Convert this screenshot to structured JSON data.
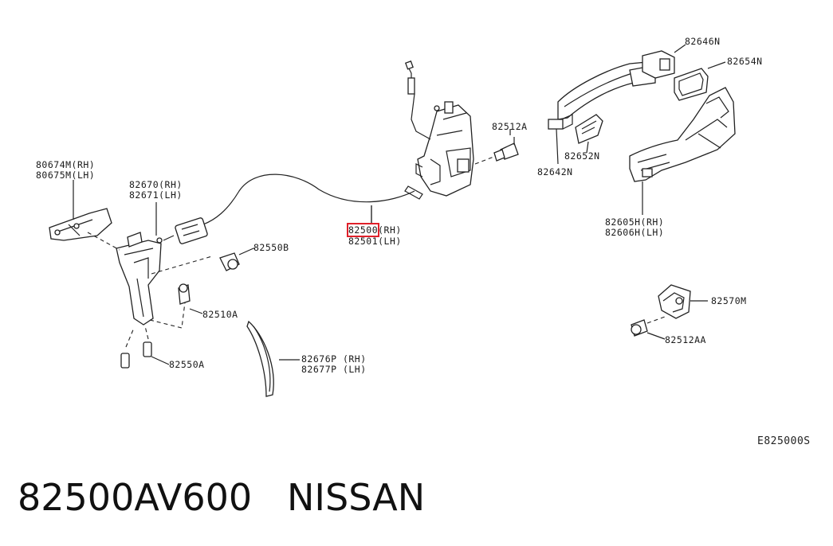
{
  "diagram_code": "E825000S",
  "footer": {
    "part_number": "82500AV600",
    "brand": "NISSAN"
  },
  "labels": {
    "l82646N": "82646N",
    "l82654N": "82654N",
    "l82512A": "82512A",
    "l82652N": "82652N",
    "l82642N": "82642N",
    "l80674M": "80674M(RH)",
    "l80675M": "80675M(LH)",
    "l82670": "82670(RH)",
    "l82671": "82671(LH)",
    "l82500_num": "82500",
    "l82500_side": "(RH)",
    "l82501": "82501(LH)",
    "l82550B": "82550B",
    "l82605H": "82605H(RH)",
    "l82606H": "82606H(LH)",
    "l82510A": "82510A",
    "l82570M": "82570M",
    "l82512AA": "82512AA",
    "l82550A": "82550A",
    "l82676P": "82676P (RH)",
    "l82677P": "82677P (LH)"
  },
  "highlight_color": "#e0202a"
}
